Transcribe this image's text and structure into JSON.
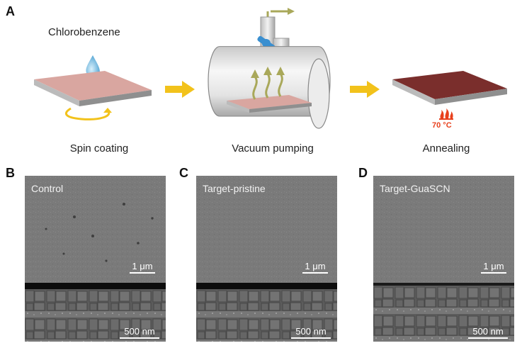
{
  "panels": {
    "a": {
      "letter": "A",
      "solvent": "Chlorobenzene",
      "steps": [
        "Spin coating",
        "Vacuum pumping",
        "Annealing"
      ],
      "temperature": "70 °C"
    },
    "sem": [
      {
        "letter": "B",
        "sample": "Control",
        "scale_top": "1 μm",
        "scale_bottom": "500 nm"
      },
      {
        "letter": "C",
        "sample": "Target-pristine",
        "scale_top": "1 μm",
        "scale_bottom": "500 nm"
      },
      {
        "letter": "D",
        "sample": "Target-GuaSCN",
        "scale_top": "1 μm",
        "scale_bottom": "500 nm"
      }
    ]
  },
  "colors": {
    "film": "#d9a6a0",
    "annealed_film": "#7a2e2c",
    "substrate": "#c8c8c8",
    "arrow": "#f2c21b",
    "vapor": "#a9a85a",
    "heat": "#e8401c",
    "valve": "#3a8fd0"
  }
}
